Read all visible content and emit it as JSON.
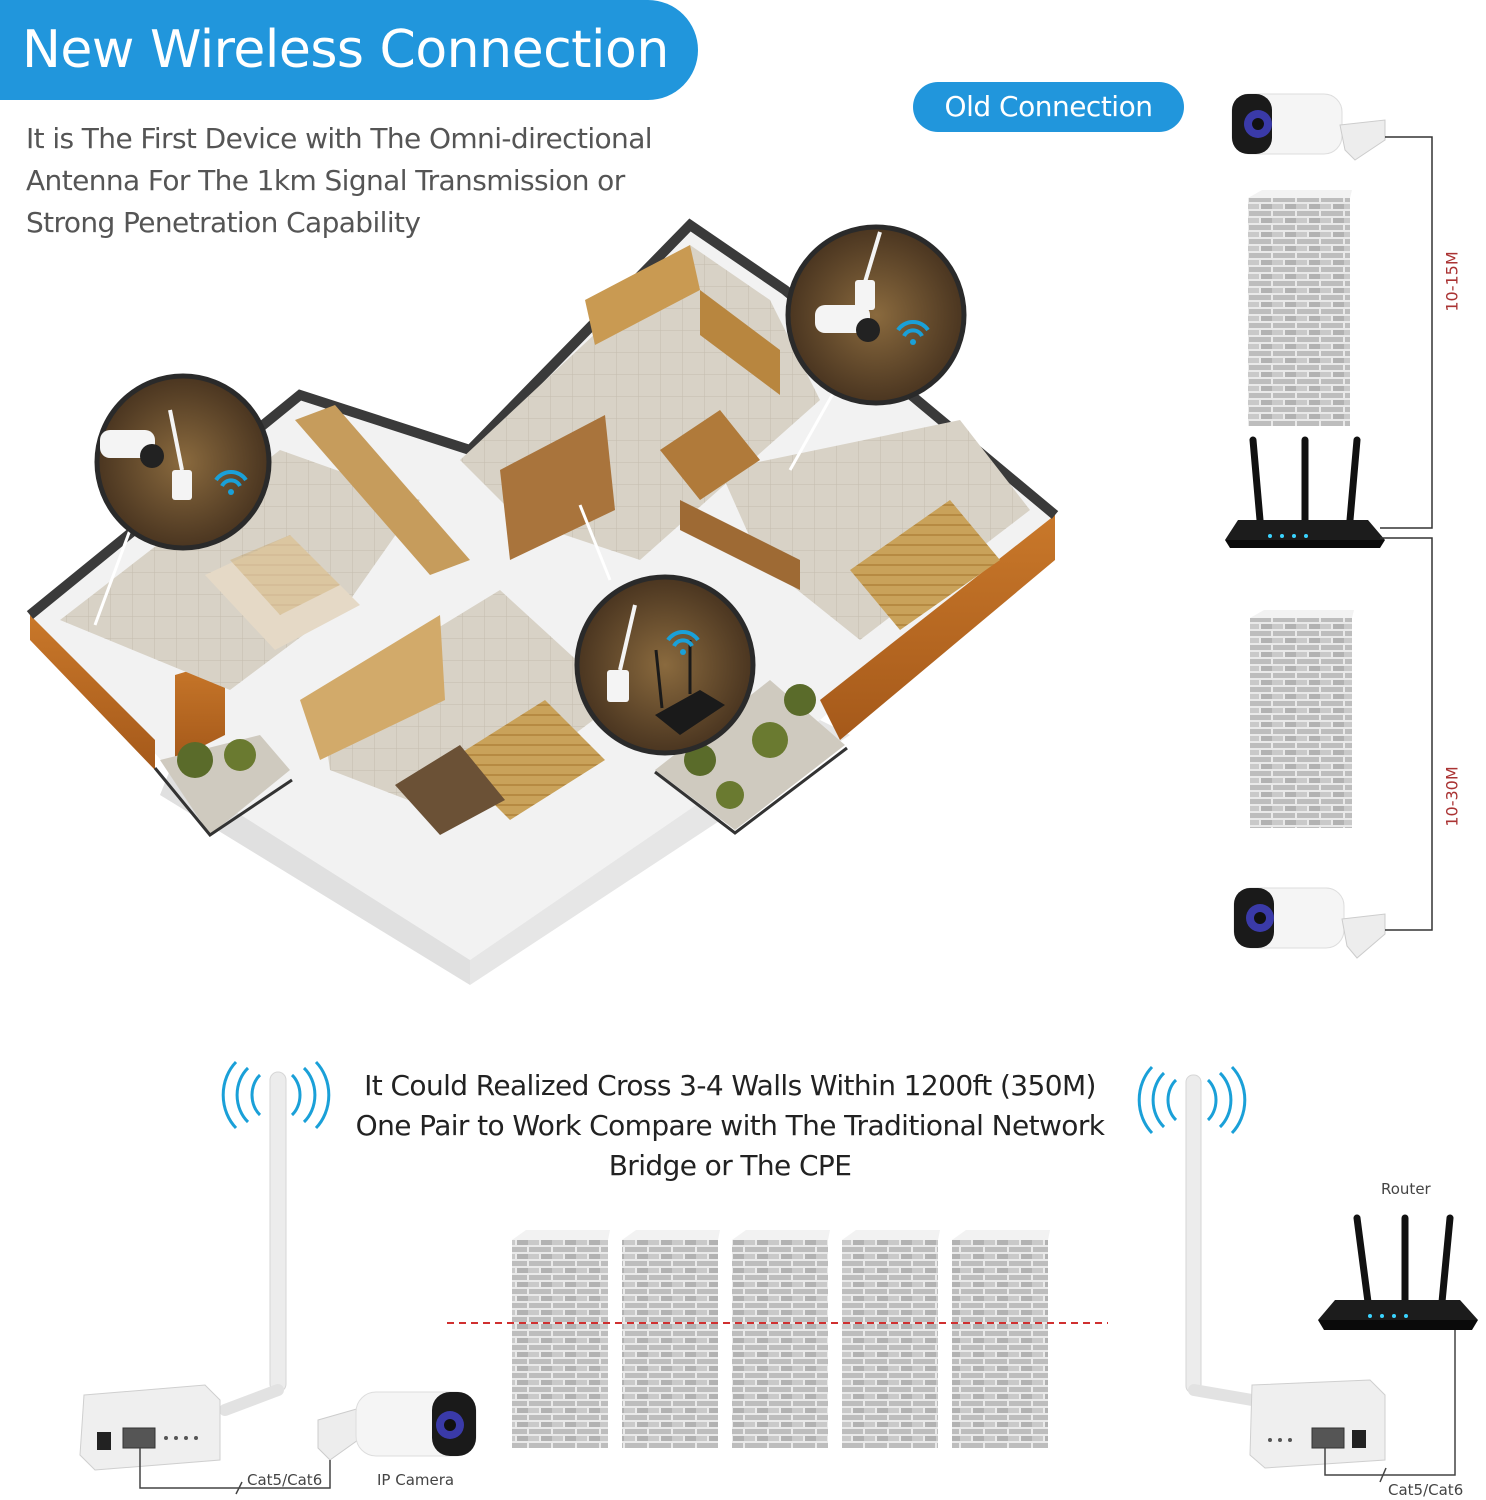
{
  "header": {
    "title": "New Wireless Connection",
    "subtitle_lines": [
      "It is The First Device with The Omni-directional",
      "Antenna For The 1km Signal Transmission or",
      "Strong Penetration Capability"
    ]
  },
  "old_connection": {
    "label": "Old Connection",
    "distance_top": "10-15M",
    "distance_bottom": "10-30M"
  },
  "bottom": {
    "text_lines": [
      "It Could Realized Cross 3-4 Walls Within 1200ft (350M)",
      "One Pair to Work  Compare with The Traditional Network",
      "Bridge or The CPE"
    ],
    "labels": {
      "cable_left": "Cat5/Cat6",
      "ip_camera": "IP Camera",
      "router": "Router",
      "cable_right": "Cat5/Cat6"
    }
  },
  "colors": {
    "accent_blue": "#2196dc",
    "wifi_blue": "#1aa0d8",
    "distance_red": "#a33333",
    "dashed_red": "#d03030"
  }
}
